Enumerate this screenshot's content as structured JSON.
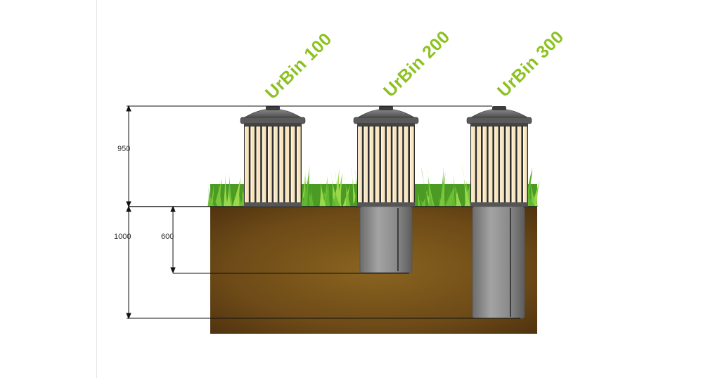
{
  "products": [
    {
      "name": "UrBin 100"
    },
    {
      "name": "UrBin 200"
    },
    {
      "name": "UrBin 300"
    }
  ],
  "dimensions": {
    "above_ground": "950",
    "total_depth": "1000",
    "partial_depth": "600"
  },
  "colors": {
    "title_green": "#8cc220",
    "soil_dark": "#5a3a12",
    "soil_light": "#8a6420",
    "grass": "#5fb830",
    "slat_light": "#f7e4bd",
    "slat_dark": "#3a3a3a",
    "lid": "#6a6a6a",
    "pipe": "#8b8b8b"
  }
}
